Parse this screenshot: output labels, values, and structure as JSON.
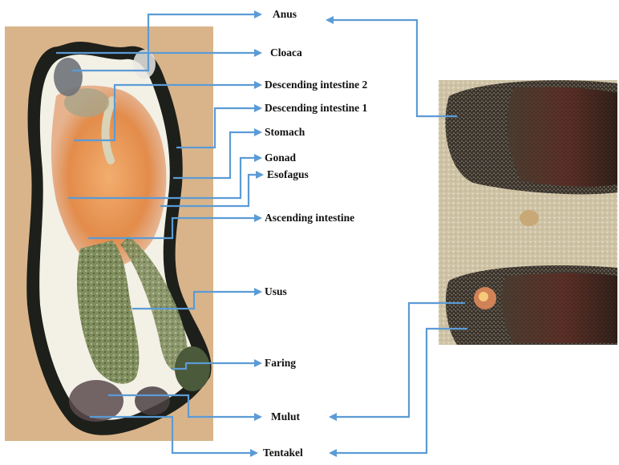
{
  "labels": {
    "anus": "Anus",
    "cloaca": "Cloaca",
    "descending_intestine_2": "Descending intestine 2",
    "descending_intestine_1": "Descending intestine 1",
    "stomach": "Stomach",
    "gonad": "Gonad",
    "esofagus": "Esofagus",
    "ascending_intestine": "Ascending intestine",
    "usus": "Usus",
    "faring": "Faring",
    "mulut": "Mulut",
    "tentakel": "Tentakel"
  },
  "colors": {
    "arrow": "#5b9bd5",
    "photo_background": "#d9b48a",
    "body_wall": "#1d1f1a",
    "inner_tissue": "#f3f0e6",
    "gonad_tissue": "#e07a2f",
    "intestine": "#8e9a6a",
    "sand": "#cfc3a6",
    "skin_dark": "#3a2418"
  }
}
